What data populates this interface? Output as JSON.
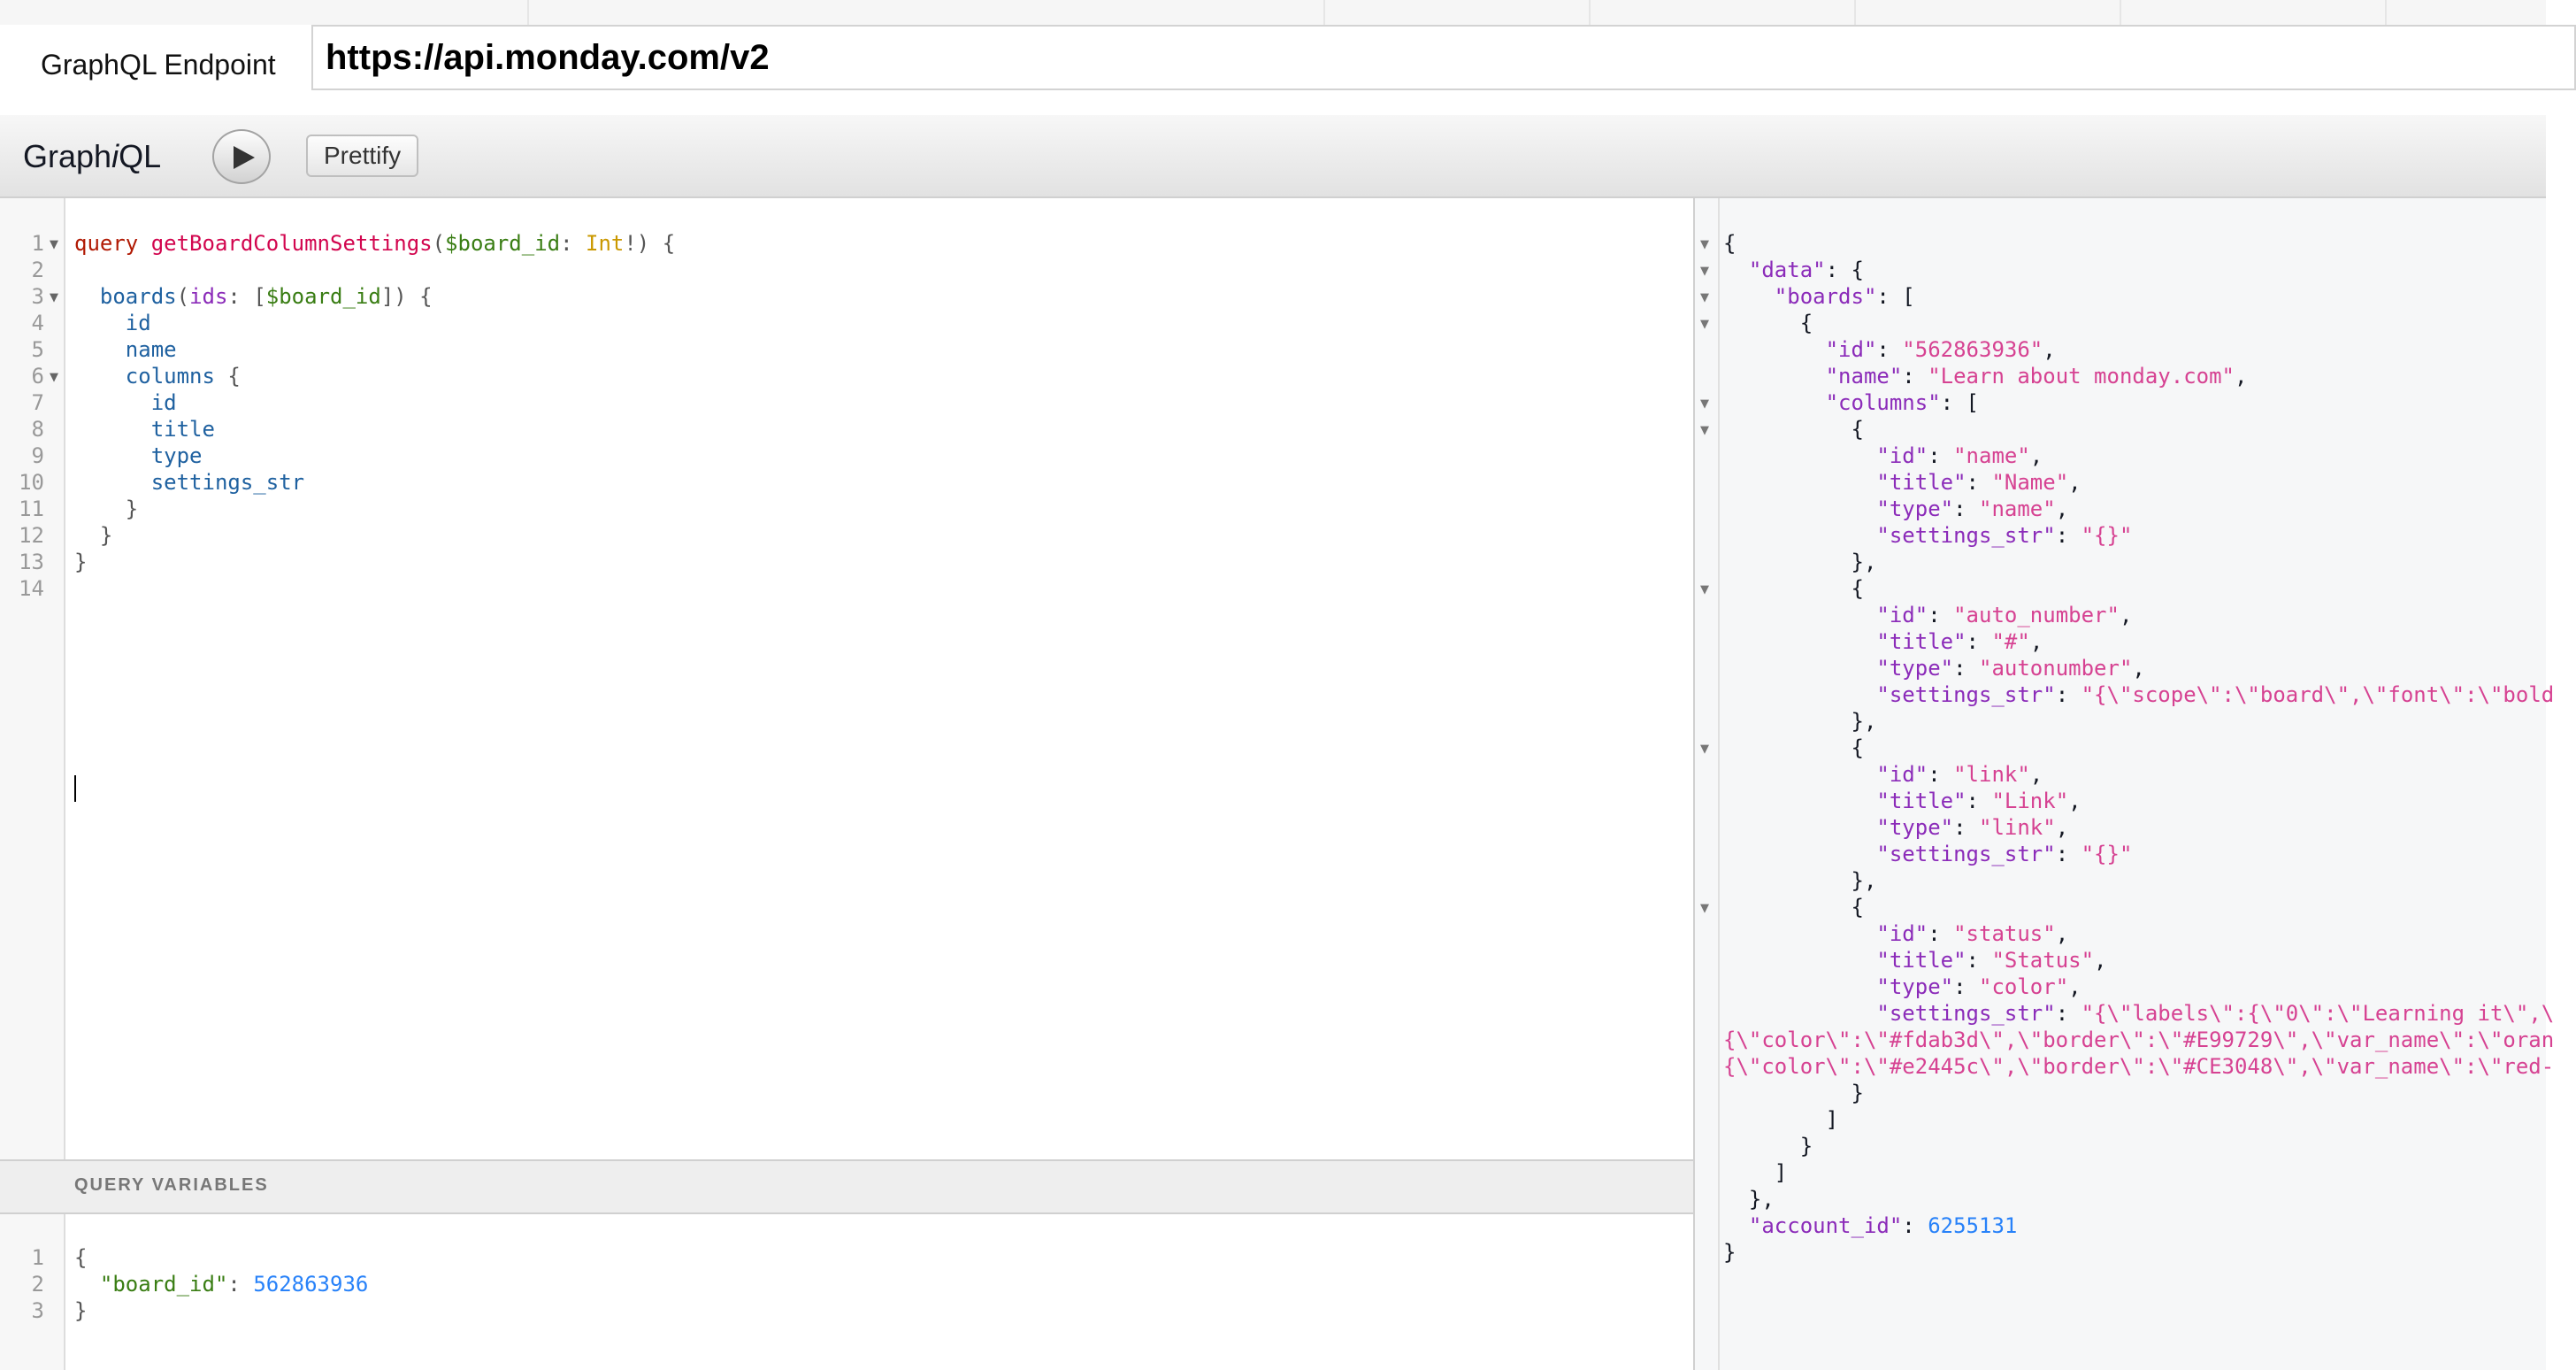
{
  "endpoint": {
    "label": "GraphQL Endpoint",
    "url": "https://api.monday.com/v2"
  },
  "toolbar": {
    "logo_prefix": "Graph",
    "logo_italic": "i",
    "logo_suffix": "QL",
    "run_icon": "play-icon",
    "prettify_label": "Prettify"
  },
  "query": {
    "line_numbers": [
      "1",
      "2",
      "3",
      "4",
      "5",
      "6",
      "7",
      "8",
      "9",
      "10",
      "11",
      "12",
      "13",
      "14"
    ],
    "operation_keyword": "query",
    "operation_name": "getBoardColumnSettings",
    "variable": "$board_id",
    "variable_type": "Int",
    "boards_field": "boards",
    "ids_arg": "ids",
    "fields": {
      "id": "id",
      "name": "name",
      "columns": "columns",
      "col_id": "id",
      "col_title": "title",
      "col_type": "type",
      "col_settings": "settings_str"
    }
  },
  "variables": {
    "title": "QUERY VARIABLES",
    "line_numbers": [
      "1",
      "2",
      "3"
    ],
    "key": "\"board_id\"",
    "value": "562863936"
  },
  "result": {
    "data_key": "\"data\"",
    "boards_key": "\"boards\"",
    "board": {
      "id_key": "\"id\"",
      "id_value": "\"562863936\"",
      "name_key": "\"name\"",
      "name_value": "\"Learn about monday.com\"",
      "columns_key": "\"columns\""
    },
    "columns": [
      {
        "id": "\"name\"",
        "title": "\"Name\"",
        "type": "\"name\"",
        "settings_str": "\"{}\""
      },
      {
        "id": "\"auto_number\"",
        "title": "\"#\"",
        "type": "\"autonumber\"",
        "settings_str": "\"{\\\"scope\\\":\\\"board\\\",\\\"font\\\":\\\"bold"
      },
      {
        "id": "\"link\"",
        "title": "\"Link\"",
        "type": "\"link\"",
        "settings_str": "\"{}\""
      },
      {
        "id": "\"status\"",
        "title": "\"Status\"",
        "type": "\"color\"",
        "settings_str": "\"{\\\"labels\\\":{\\\"0\\\":\\\"Learning it\\\",\\"
      }
    ],
    "status_settings_wrap_1": "{\\\"color\\\":\\\"#fdab3d\\\",\\\"border\\\":\\\"#E99729\\\",\\\"var_name\\\":\\\"oran",
    "status_settings_wrap_2": "{\\\"color\\\":\\\"#e2445c\\\",\\\"border\\\":\\\"#CE3048\\\",\\\"var_name\\\":\\\"red-",
    "keys": {
      "id": "\"id\"",
      "title": "\"title\"",
      "type": "\"type\"",
      "settings_str": "\"settings_str\""
    },
    "account_key": "\"account_id\"",
    "account_value": "6255131"
  }
}
